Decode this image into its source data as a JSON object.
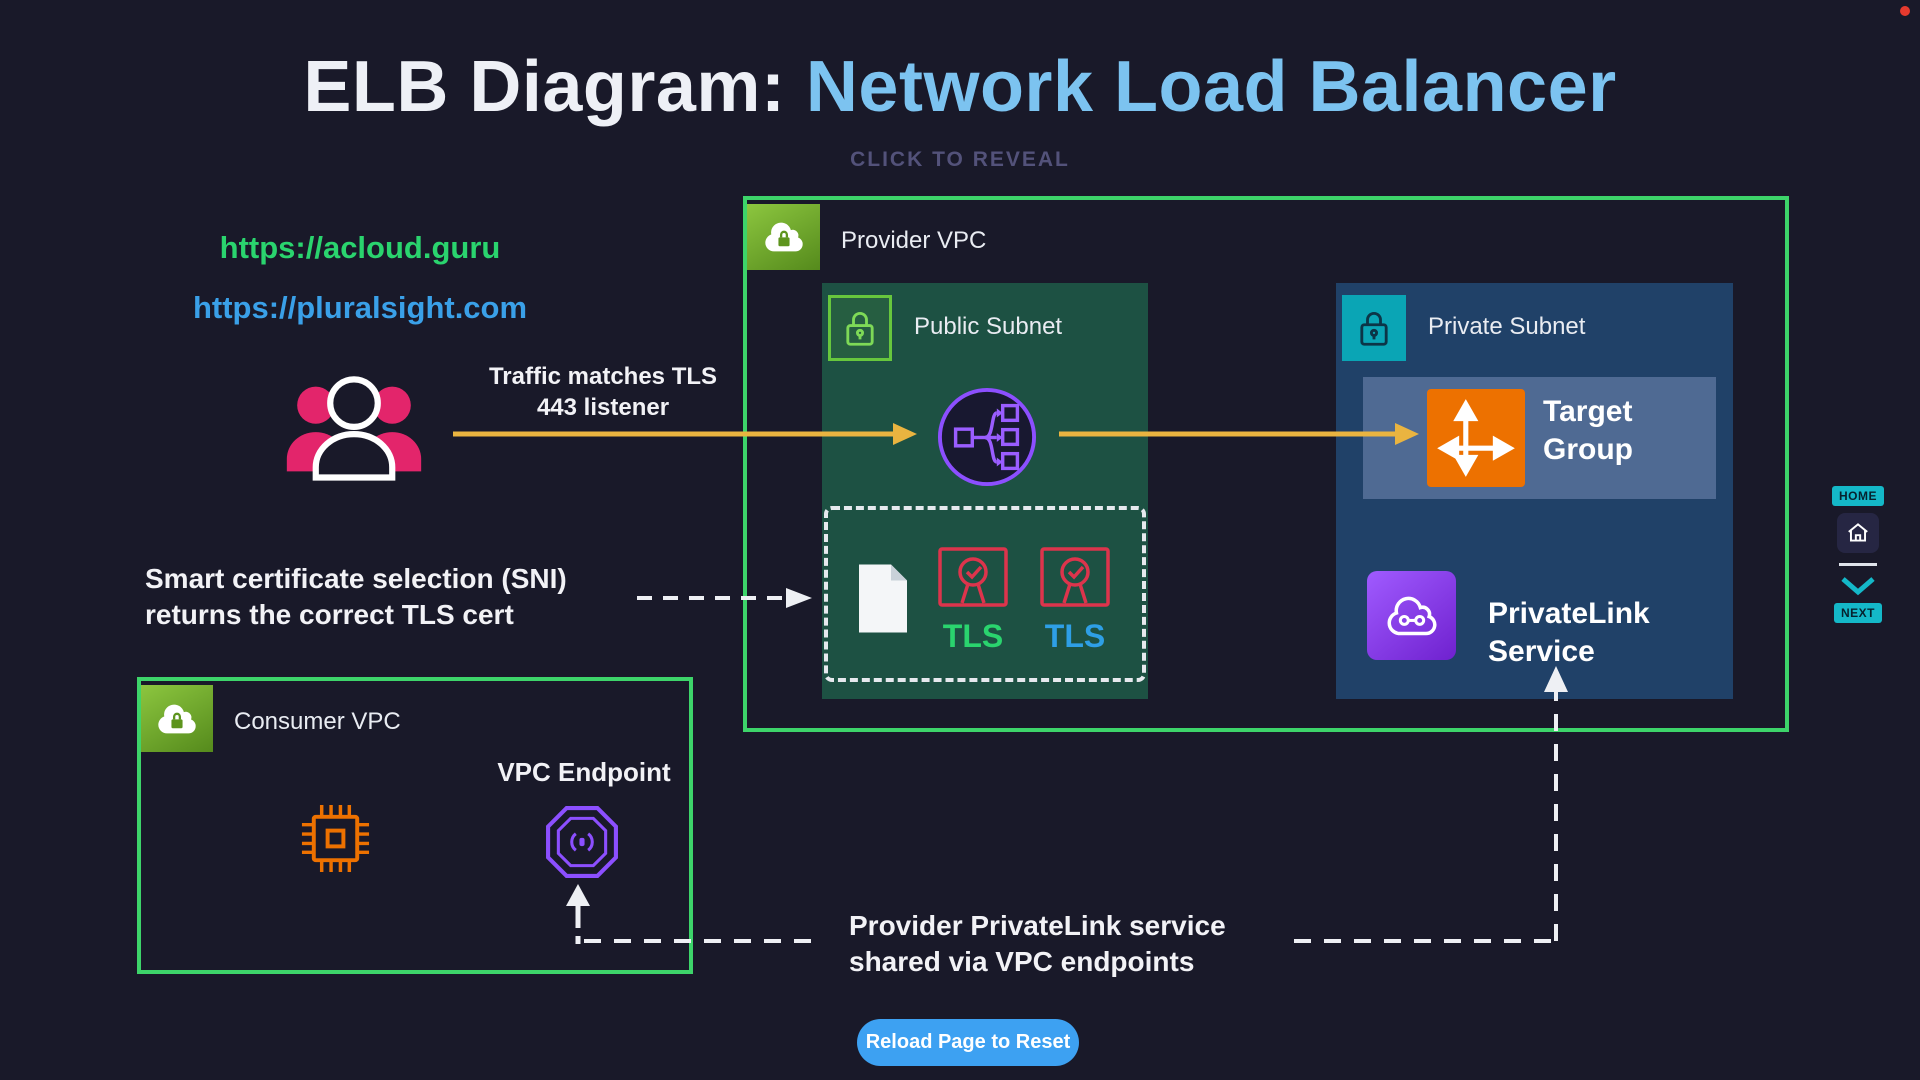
{
  "page": {
    "title_prefix": "ELB Diagram: ",
    "title_highlight": "Network Load Balancer",
    "subtitle": "CLICK TO REVEAL",
    "reload_button_label": "Reload Page to Reset"
  },
  "links": {
    "acloud_guru": "https://acloud.guru",
    "pluralsight": "https://pluralsight.com"
  },
  "annotations": {
    "traffic": {
      "line1": "Traffic matches TLS",
      "line2": "443 listener"
    },
    "sni": {
      "line1": "Smart certificate selection (SNI)",
      "line2": "returns the correct TLS cert"
    },
    "privatelink_share": {
      "line1": "Provider PrivateLink service",
      "line2": "shared via VPC endpoints"
    }
  },
  "provider_vpc": {
    "label": "Provider VPC",
    "public_subnet": {
      "label": "Public Subnet",
      "tls_labels": [
        "TLS",
        "TLS"
      ]
    },
    "private_subnet": {
      "label": "Private Subnet",
      "target_group_label": "Target Group",
      "privatelink_service_label": "PrivateLink Service"
    }
  },
  "consumer_vpc": {
    "label": "Consumer VPC",
    "vpc_endpoint_label": "VPC Endpoint"
  },
  "nav": {
    "home_label": "HOME",
    "next_label": "NEXT"
  },
  "colors": {
    "background": "#191929",
    "title_highlight": "#7cc3f0",
    "link_green": "#2ad46e",
    "link_blue": "#3aa0e8",
    "vpc_border_green": "#3dd46a",
    "public_subnet_bg": "#1d5143",
    "private_subnet_bg": "#204168",
    "target_row_bg": "#4f6a93",
    "aws_orange": "#ed7100",
    "aws_purple": "#8c4fff",
    "aws_teal": "#0aa5b5",
    "cert_red": "#dd344c",
    "users_pink": "#e3256b",
    "arrow_yellow": "#eab440",
    "button_blue": "#3da1f2",
    "nav_teal": "#14b8c8"
  }
}
